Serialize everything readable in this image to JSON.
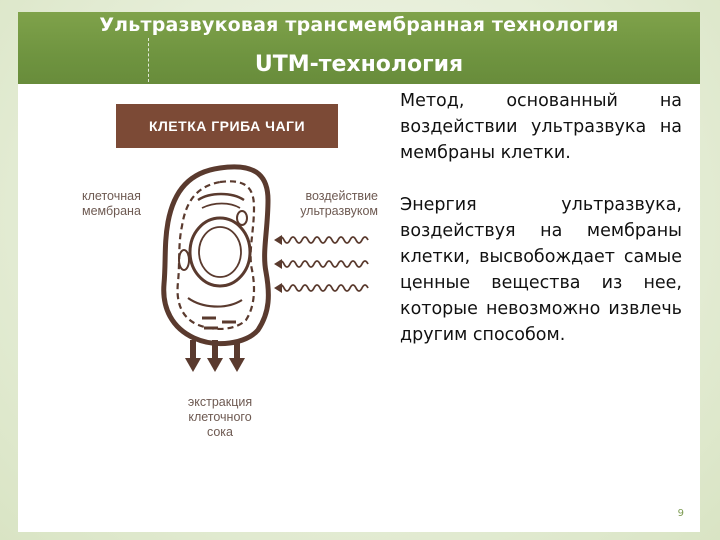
{
  "slide": {
    "title": "Ультразвуковая трансмембранная технология",
    "subtitle": "UTM-технология",
    "page_number": "9"
  },
  "diagram": {
    "banner": "КЛЕТКА ГРИБА ЧАГИ",
    "label_membrane_line1": "клеточная",
    "label_membrane_line2": "мембрана",
    "label_ultrasound_line1": "воздействие",
    "label_ultrasound_line2": "ультразвуком",
    "label_extraction_line1": "экстракция",
    "label_extraction_line2": "клеточного",
    "label_extraction_line3": "сока",
    "colors": {
      "banner": "#7c4a36",
      "cell": "#5a3a2e",
      "label": "#6e5a52"
    }
  },
  "text": {
    "paragraph_1": "Метод, основанный на воздействии ультразвука на мембраны клетки.",
    "paragraph_2": "Энергия ультразвука, воздействуя на мембраны клетки, высвобождает самые ценные вещества из нее, которые невозможно извлечь другим способом."
  },
  "colors": {
    "header": "#6f9440",
    "background": "#e3ecd2",
    "page_number": "#7d9b52"
  }
}
